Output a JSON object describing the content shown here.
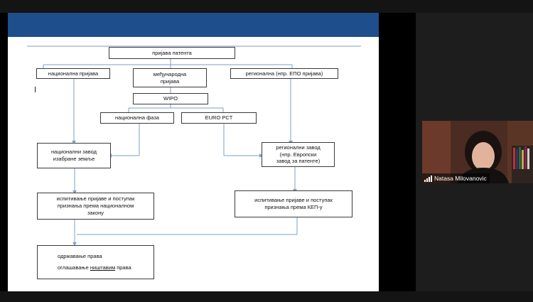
{
  "participant": {
    "name": "Natasa Milovanovic",
    "audio_icon": "signal-bars-icon"
  },
  "slide": {
    "header_color": "#1f4e8c",
    "boxes": {
      "application": "пријава патента",
      "national": "национална  пријава",
      "international": "међународна\nпријава",
      "regional": "регионална (нпр. ЕПО пријава)",
      "wipo": "WIPO",
      "national_phase": "национална фаза",
      "euro_pct": "EURO PCT",
      "national_office": "национални завод\nизабране земље",
      "regional_office": "регионални завод\n(нпр. Европски\nзавод за патенте)",
      "exam_national": "испитивање пријаве и поступак\nпризнања према националном\nзакону",
      "exam_regional": "испитивање пријаве и поступак\nпризнања према КЕП-у",
      "maintenance_line1": "одржавање права",
      "maintenance_line2_prefix": "оглашавање ",
      "maintenance_line2_underlined": "ништавим",
      "maintenance_line2_suffix": " права"
    }
  }
}
